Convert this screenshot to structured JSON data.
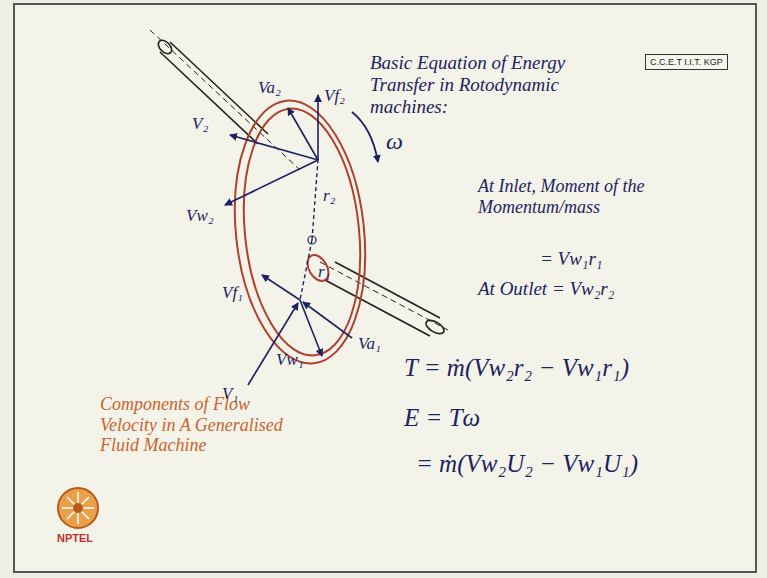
{
  "diagram": {
    "title": "Basic Equation of Energy Transfer in Rotodynamic machines:",
    "caption": "Components of Flow Velocity in A Generalised Fluid Machine",
    "nodes": [
      {
        "text": [
          "C.C.E.T I.I.T. KGP"
        ]
      }
    ],
    "labels": [
      "V₂",
      "Va₂",
      "Vf₂",
      "ω",
      "r₂",
      "Vw₂",
      "r₁",
      "Vf₁",
      "V₁",
      "Vw₁",
      "Va₁",
      "At Inlet, Moment of the Momentum/mass",
      "= Vw₁r₁",
      "At Outlet = Vw₂r₂",
      "T = ṁ(Vw₂r₂ − Vw₁r₁)",
      "E = Tω",
      "= ṁ(Vw₂U₂ − Vw₁U₁)",
      "NPTEL"
    ]
  }
}
